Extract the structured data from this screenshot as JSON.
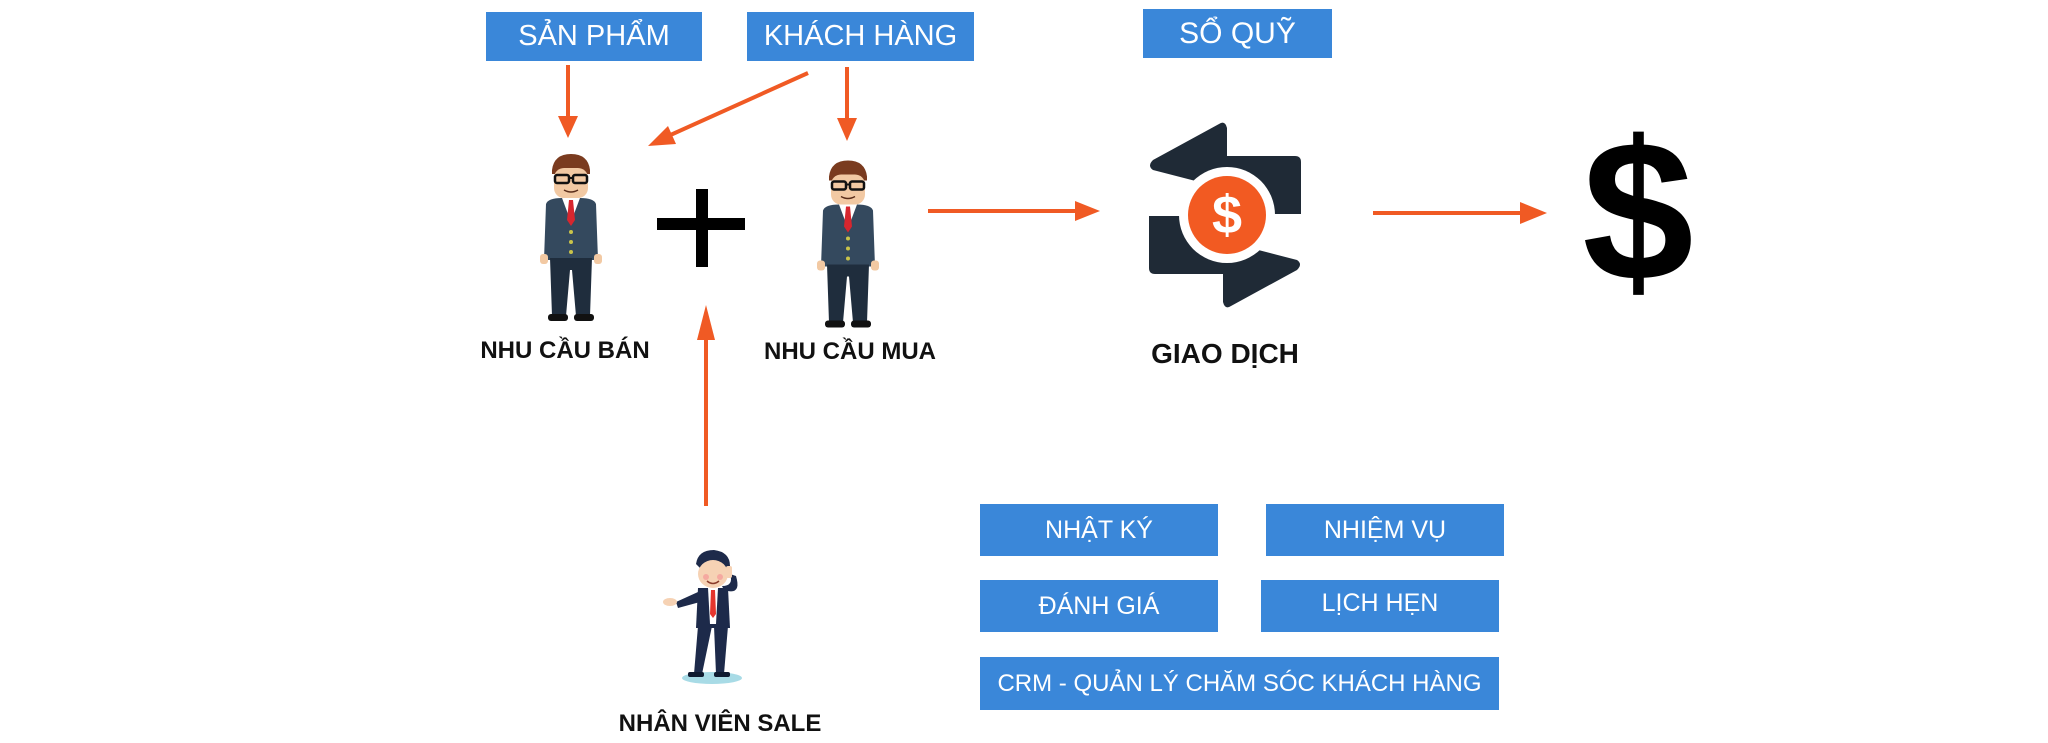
{
  "diagram": {
    "top_boxes": {
      "san_pham": "SẢN PHẨM",
      "khach_hang": "KHÁCH HÀNG",
      "so_quy": "SỔ QUỸ"
    },
    "nodes": {
      "nhu_cau_ban": "NHU CẦU BÁN",
      "nhu_cau_mua": "NHU CẦU MUA",
      "giao_dich": "GIAO DỊCH",
      "nhan_vien_sale": "NHÂN VIÊN SALE"
    },
    "operators": {
      "plus": "+",
      "dollar": "$",
      "coin_symbol": "$"
    },
    "feature_boxes": {
      "nhat_ky": "NHẬT KÝ",
      "nhiem_vu": "NHIỆM VỤ",
      "danh_gia": "ĐÁNH GIÁ",
      "lich_hen": "LỊCH HẸN",
      "crm": "CRM - QUẢN LÝ CHĂM SÓC KHÁCH HÀNG"
    },
    "colors": {
      "box_blue": "#3a87d9",
      "arrow_orange": "#f05a24",
      "icon_dark": "#1f2a36",
      "coin_orange": "#f25a22",
      "suit_navy": "#34495e"
    }
  }
}
